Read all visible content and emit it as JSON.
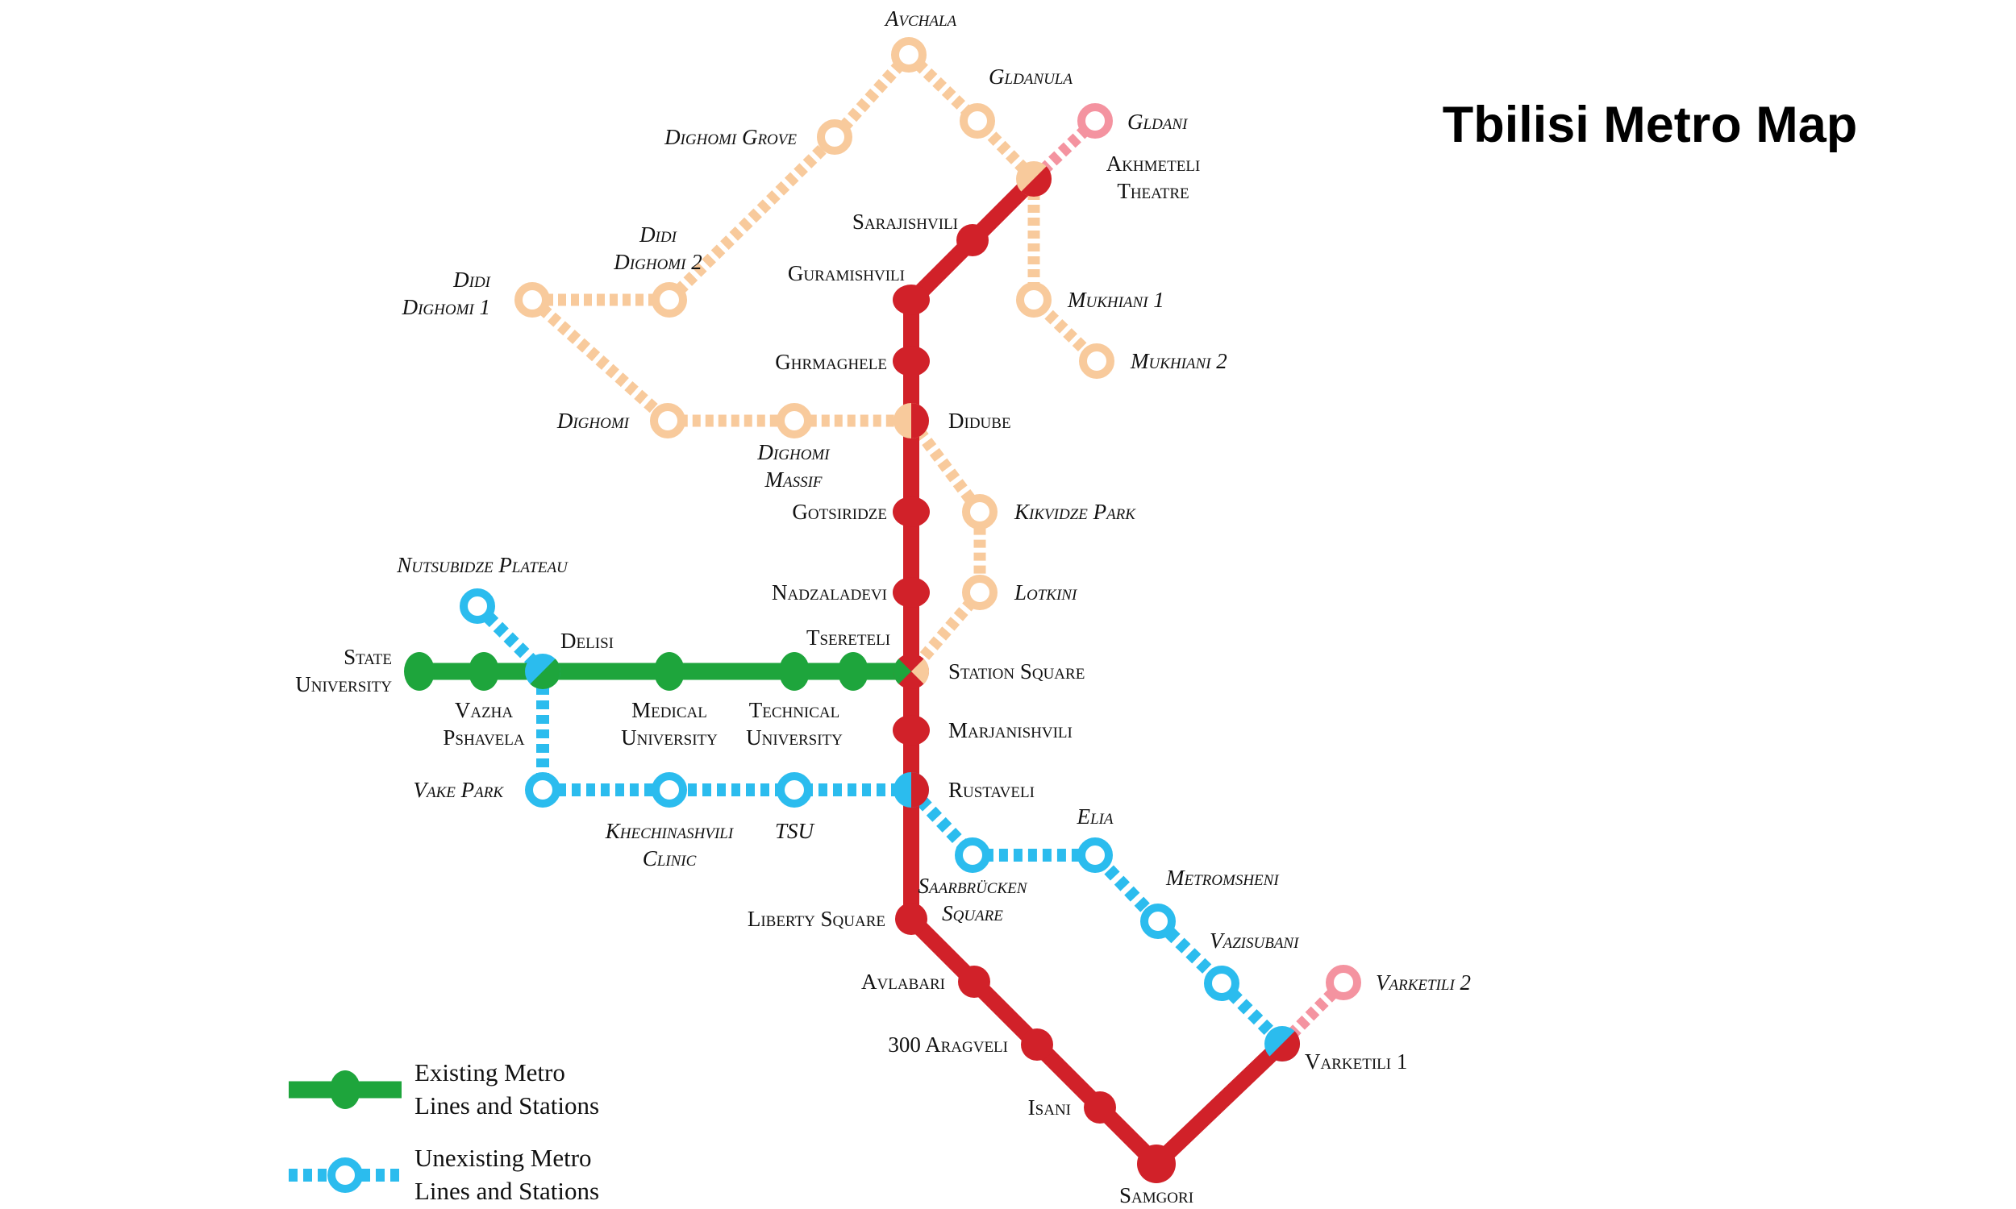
{
  "title": "Tbilisi Metro Map",
  "colors": {
    "red": "#D12129",
    "green": "#1EA53C",
    "blue": "#2BBCEE",
    "orange": "#F8CA9C",
    "pink": "#F493A0",
    "text": "#111111"
  },
  "legend": {
    "existing": {
      "row1": "Existing Metro",
      "row2": "Lines and Stations"
    },
    "unexisting": {
      "row1": "Unexisting Metro",
      "row2": "Lines and Stations"
    }
  },
  "stations": {
    "avchala": {
      "label": "Avchala",
      "status": "unexisting"
    },
    "gldanula": {
      "label": "Gldanula",
      "status": "unexisting"
    },
    "gldani": {
      "label": "Gldani",
      "status": "unexisting"
    },
    "akhmeteli": {
      "rows": [
        "Akhmeteli",
        "Theatre"
      ],
      "status": "existing"
    },
    "sarajishvili": {
      "label": "Sarajishvili",
      "status": "existing"
    },
    "guramishvili": {
      "label": "Guramishvili",
      "status": "existing"
    },
    "mukhiani_1": {
      "label": "Mukhiani 1",
      "status": "unexisting"
    },
    "mukhiani_2": {
      "label": "Mukhiani 2",
      "status": "unexisting"
    },
    "dighomi_grove": {
      "label": "Dighomi Grove",
      "status": "unexisting"
    },
    "didi_dighomi_1": {
      "rows": [
        "Didi",
        "Dighomi 1"
      ],
      "status": "unexisting"
    },
    "didi_dighomi_2": {
      "rows": [
        "Didi",
        "Dighomi 2"
      ],
      "status": "unexisting"
    },
    "dighomi": {
      "label": "Dighomi",
      "status": "unexisting"
    },
    "dighomi_massif": {
      "rows": [
        "Dighomi",
        "Massif"
      ],
      "status": "unexisting"
    },
    "ghrmaghele": {
      "label": "Ghrmaghele",
      "status": "existing"
    },
    "didube": {
      "label": "Didube",
      "status": "existing"
    },
    "gotsiridze": {
      "label": "Gotsiridze",
      "status": "existing"
    },
    "kikvidze_park": {
      "label": "Kikvidze Park",
      "status": "unexisting"
    },
    "nadzaladevi": {
      "label": "Nadzaladevi",
      "status": "existing"
    },
    "lotkini": {
      "label": "Lotkini",
      "status": "unexisting"
    },
    "station_square": {
      "label": "Station Square",
      "status": "existing"
    },
    "tsereteli": {
      "label": "Tsereteli",
      "status": "existing"
    },
    "marjanishvili": {
      "label": "Marjanishvili",
      "status": "existing"
    },
    "rustaveli": {
      "label": "Rustaveli",
      "status": "existing"
    },
    "state_university": {
      "rows": [
        "State",
        "University"
      ],
      "status": "existing"
    },
    "vazha_pshavela": {
      "rows": [
        "Vazha",
        "Pshavela"
      ],
      "status": "existing"
    },
    "delisi": {
      "label": "Delisi",
      "status": "existing"
    },
    "medical_university": {
      "rows": [
        "Medical",
        "University"
      ],
      "status": "existing"
    },
    "technical_university": {
      "rows": [
        "Technical",
        "University"
      ],
      "status": "existing"
    },
    "nutsubidze_plateau": {
      "label": "Nutsubidze Plateau",
      "status": "unexisting"
    },
    "vake_park": {
      "label": "Vake Park",
      "status": "unexisting"
    },
    "khechinashvili_clinic": {
      "rows": [
        "Khechinashvili",
        "Clinic"
      ],
      "status": "unexisting"
    },
    "tsu": {
      "label": "TSU",
      "status": "unexisting"
    },
    "saarbrucken_square": {
      "rows": [
        "Saarbrücken",
        "Square"
      ],
      "status": "unexisting"
    },
    "elia": {
      "label": "Elia",
      "status": "unexisting"
    },
    "metromsheni": {
      "label": "Metromsheni",
      "status": "unexisting"
    },
    "vazisubani": {
      "label": "Vazisubani",
      "status": "unexisting"
    },
    "liberty_square": {
      "label": "Liberty Square",
      "status": "existing"
    },
    "avlabari": {
      "label": "Avlabari",
      "status": "existing"
    },
    "aragveli_300": {
      "label": "300 Aragveli",
      "status": "existing"
    },
    "isani": {
      "label": "Isani",
      "status": "existing"
    },
    "samgori": {
      "label": "Samgori",
      "status": "existing"
    },
    "varketili_1": {
      "label": "Varketili 1",
      "status": "existing"
    },
    "varketili_2": {
      "label": "Varketili 2",
      "status": "unexisting"
    }
  },
  "lines": {
    "red_existing": [
      "Akhmeteli Theatre",
      "Sarajishvili",
      "Guramishvili",
      "Ghrmaghele",
      "Didube",
      "Gotsiridze",
      "Nadzaladevi",
      "Station Square",
      "Marjanishvili",
      "Rustaveli",
      "Liberty Square",
      "Avlabari",
      "300 Aragveli",
      "Isani",
      "Samgori",
      "Varketili 1"
    ],
    "green_existing": [
      "State University",
      "Vazha Pshavela",
      "Delisi",
      "Medical University",
      "Technical University",
      "Tsereteli",
      "Station Square"
    ],
    "blue_unexisting": [
      "Nutsubidze Plateau",
      "Delisi",
      "Vake Park",
      "Khechinashvili Clinic",
      "TSU",
      "Rustaveli",
      "Saarbrücken Square",
      "Elia",
      "Metromsheni",
      "Vazisubani",
      "Varketili 1"
    ],
    "orange_unexisting": [
      "Didi Dighomi 1",
      "Didi Dighomi 2",
      "Dighomi Grove",
      "Avchala",
      "Gldanula",
      "Akhmeteli Theatre",
      "Mukhiani 1",
      "Mukhiani 2",
      "Dighomi",
      "Dighomi Massif",
      "Didube",
      "Kikvidze Park",
      "Lotkini",
      "Station Square"
    ],
    "pink_unexisting": [
      "Gldani",
      "Akhmeteli Theatre",
      "Varketili 1",
      "Varketili 2"
    ]
  }
}
